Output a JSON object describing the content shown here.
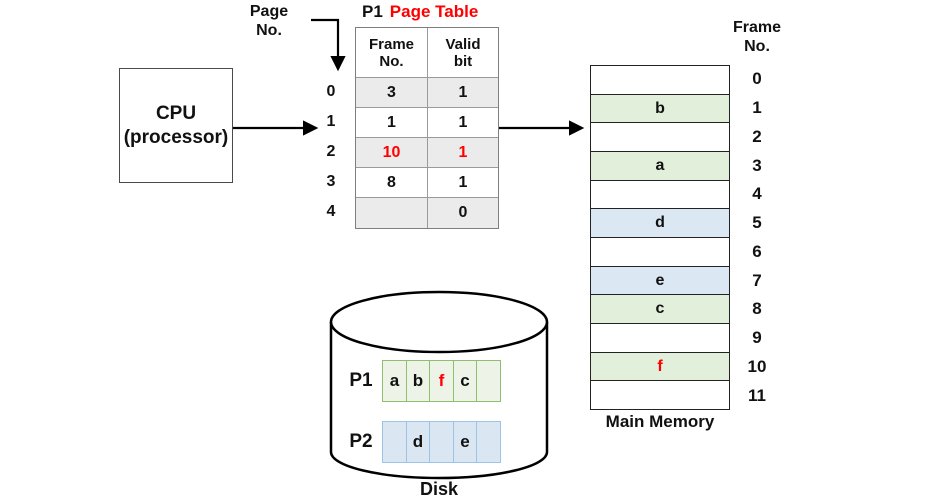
{
  "cpu": {
    "line1": "CPU",
    "line2": "(processor)"
  },
  "page_no_label": "Page No.",
  "page_table": {
    "title_prefix": "P1",
    "title": "Page Table",
    "col_headers": [
      "Frame No.",
      "Valid bit"
    ],
    "rows": [
      {
        "page": "0",
        "frame": "3",
        "valid": "1",
        "highlight": false
      },
      {
        "page": "1",
        "frame": "1",
        "valid": "1",
        "highlight": false
      },
      {
        "page": "2",
        "frame": "10",
        "valid": "1",
        "highlight": true
      },
      {
        "page": "3",
        "frame": "8",
        "valid": "1",
        "highlight": false
      },
      {
        "page": "4",
        "frame": "",
        "valid": "0",
        "highlight": false
      }
    ]
  },
  "memory": {
    "label": "Main Memory",
    "header": "Frame No.",
    "frames": [
      {
        "no": "0",
        "label": "",
        "color": "white"
      },
      {
        "no": "1",
        "label": "b",
        "color": "green"
      },
      {
        "no": "2",
        "label": "",
        "color": "white"
      },
      {
        "no": "3",
        "label": "a",
        "color": "green"
      },
      {
        "no": "4",
        "label": "",
        "color": "white"
      },
      {
        "no": "5",
        "label": "d",
        "color": "blue"
      },
      {
        "no": "6",
        "label": "",
        "color": "white"
      },
      {
        "no": "7",
        "label": "e",
        "color": "blue"
      },
      {
        "no": "8",
        "label": "c",
        "color": "green"
      },
      {
        "no": "9",
        "label": "",
        "color": "white"
      },
      {
        "no": "10",
        "label": "f",
        "color": "green",
        "highlight": true
      },
      {
        "no": "11",
        "label": "",
        "color": "white"
      }
    ]
  },
  "disk": {
    "label": "Disk",
    "pages": [
      {
        "name": "P1",
        "color": "green",
        "cells": [
          "a",
          "b",
          "f",
          "c",
          ""
        ],
        "highlight_index": 2
      },
      {
        "name": "P2",
        "color": "blue",
        "cells": [
          "",
          "d",
          "",
          "e",
          ""
        ]
      }
    ]
  },
  "colors": {
    "highlight_text": "#ff0000",
    "table_stripe": "#ebebeb",
    "memory_green": "#e2efda",
    "memory_blue": "#dbe8f4",
    "disk_green_fill": "#edf3e7",
    "disk_green_border": "#8fbe6e",
    "disk_blue_fill": "#dae7f3",
    "disk_blue_border": "#9dc3e6"
  }
}
